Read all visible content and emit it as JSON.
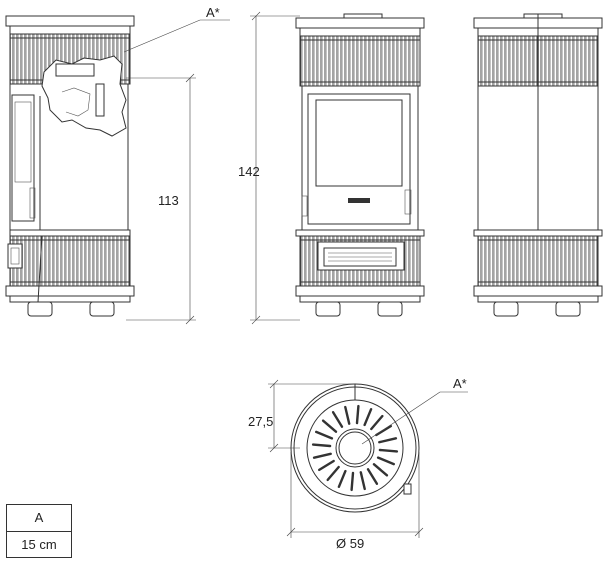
{
  "labels": {
    "detail_marker_side": "A*",
    "detail_marker_plan": "A*",
    "height_body": "113",
    "height_total": "142",
    "depth_offset": "27,5",
    "diameter": "Ø 59"
  },
  "legend": {
    "key": "A",
    "value": "15 cm"
  }
}
